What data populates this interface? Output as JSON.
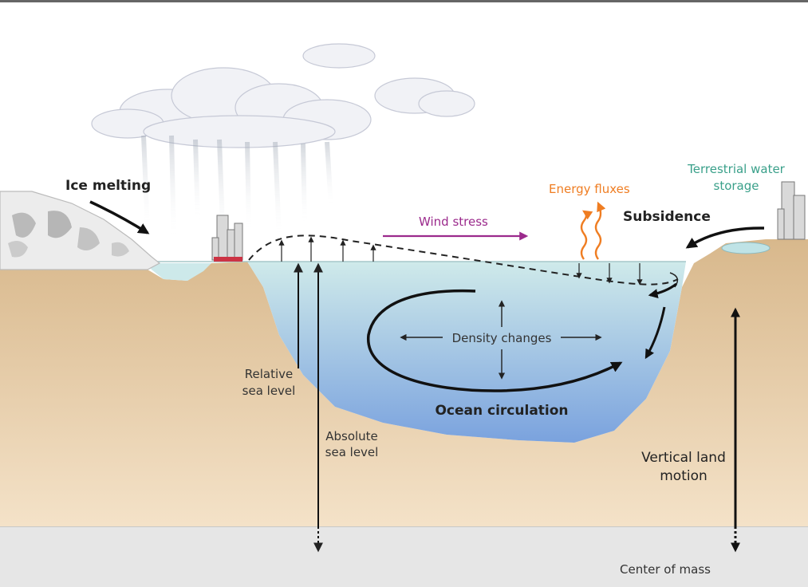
{
  "labels": {
    "ice_melting": "Ice melting",
    "wind_stress": "Wind stress",
    "energy_fluxes": "Energy fluxes",
    "terrestrial_line1": "Terrestrial water",
    "terrestrial_line2": "storage",
    "subsidence": "Subsidence",
    "density_changes": "Density changes",
    "ocean_circulation": "Ocean circulation",
    "relative_line1": "Relative",
    "relative_line2": "sea level",
    "absolute_line1": "Absolute",
    "absolute_line2": "sea level",
    "vertical_line1": "Vertical land",
    "vertical_line2": "motion",
    "center_of_mass": "Center of mass"
  },
  "colors": {
    "dark_text": "#222222",
    "wind": "#9b2a8c",
    "energy": "#ef7d22",
    "terrestrial": "#3aa08a",
    "sand": "#e3c8a0",
    "water_top": "#cde9ea",
    "water_bottom": "#7fa6de",
    "bedrock": "#e6e6e6"
  }
}
